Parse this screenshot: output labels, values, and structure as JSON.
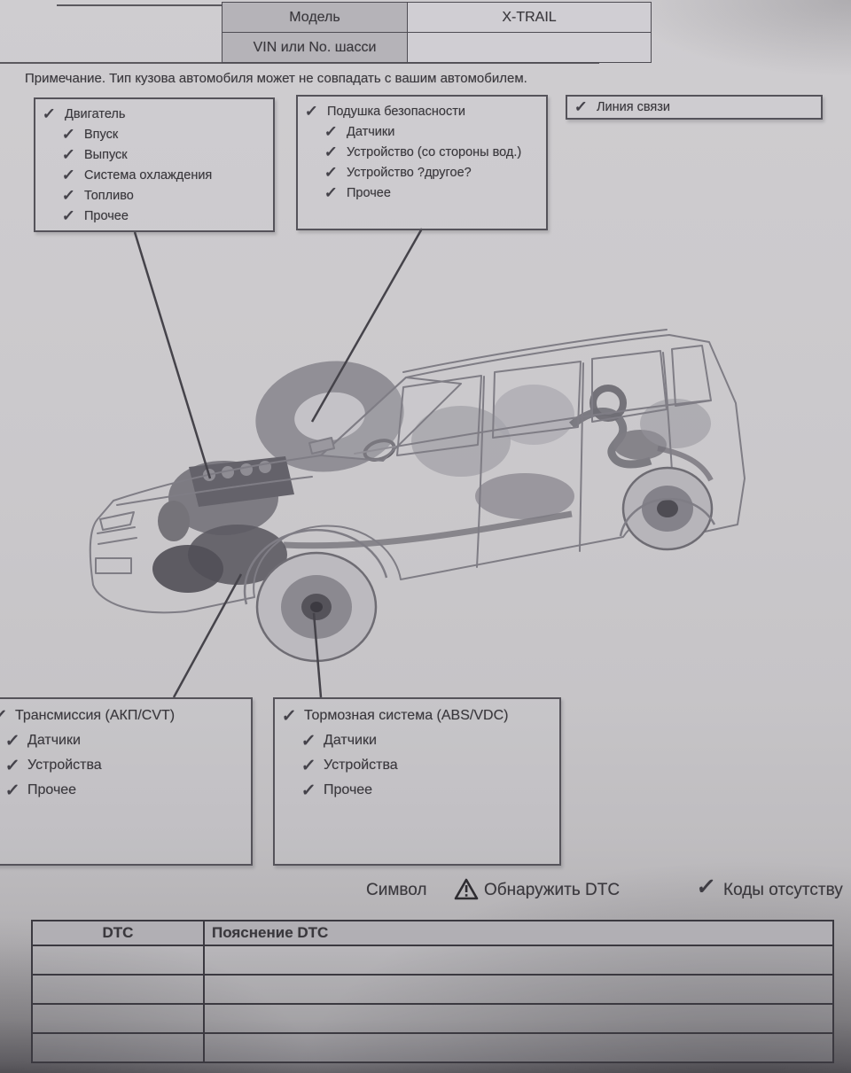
{
  "page": {
    "note": "Примечание. Тип кузова автомобиля может не совпадать с вашим автомобилем."
  },
  "header_table": {
    "rows": [
      {
        "label": "Модель",
        "value": "X-TRAIL"
      },
      {
        "label": "VIN или No. шасси",
        "value": ""
      }
    ]
  },
  "groups": [
    {
      "title": "Двигатель",
      "items": [
        "Впуск",
        "Выпуск",
        "Система охлаждения",
        "Топливо",
        "Прочее"
      ]
    },
    {
      "title": "Подушка безопасности",
      "items": [
        "Датчики",
        "Устройство (со стороны вод.)",
        "Устройство ?другое?",
        "Прочее"
      ]
    },
    {
      "title": "Линия связи",
      "items": []
    },
    {
      "title": "Трансмиссия (АКП/CVT)",
      "items": [
        "Датчики",
        "Устройства",
        "Прочее"
      ]
    },
    {
      "title": "Тормозная система (ABS/VDC)",
      "items": [
        "Датчики",
        "Устройства",
        "Прочее"
      ]
    }
  ],
  "legend": {
    "symbol_label": "Символ",
    "detected_label": "Обнаружить DTC",
    "no_codes_label": "Коды отсутству",
    "warning_icon": "warning-triangle-icon",
    "check_icon": "checkmark-icon"
  },
  "dtc_table": {
    "headers": [
      "DTC",
      "Пояснение DTC"
    ],
    "rows": [
      [
        "",
        ""
      ],
      [
        "",
        ""
      ],
      [
        "",
        ""
      ],
      [
        "",
        ""
      ]
    ]
  },
  "colors": {
    "paper": "#c9c7ca",
    "ink": "#3a383d",
    "table_header_bg": "#b1afb4",
    "line": "#5b595e"
  }
}
